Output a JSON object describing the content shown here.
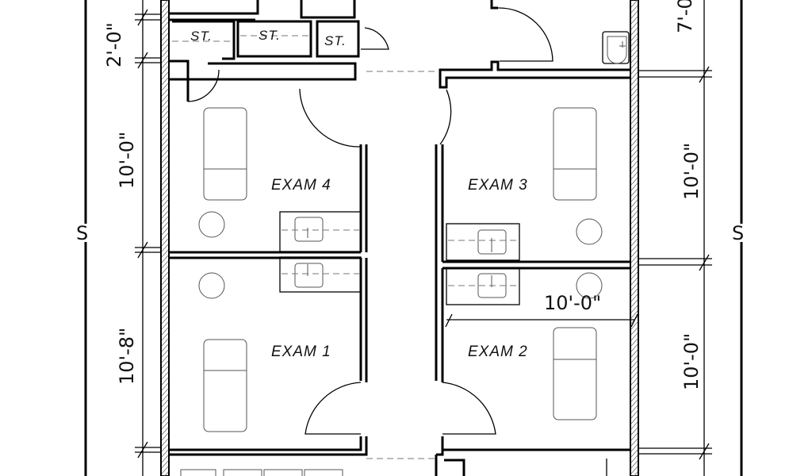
{
  "drawing": {
    "rooms": [
      {
        "label": "EXAM 4"
      },
      {
        "label": "EXAM 3"
      },
      {
        "label": "EXAM 1"
      },
      {
        "label": "EXAM 2"
      }
    ],
    "storage": [
      {
        "label": "ST."
      },
      {
        "label": "ST."
      },
      {
        "label": "ST."
      }
    ],
    "dimensions_left": [
      "2'-0\"",
      "10'-0\"",
      "10'-8\""
    ],
    "dimensions_right": [
      "7'-0\"",
      "10'-0\"",
      "10'-0\""
    ],
    "dimension_horizontal": "10'-0\"",
    "break_symbol_left": "S",
    "break_symbol_right": "S"
  }
}
